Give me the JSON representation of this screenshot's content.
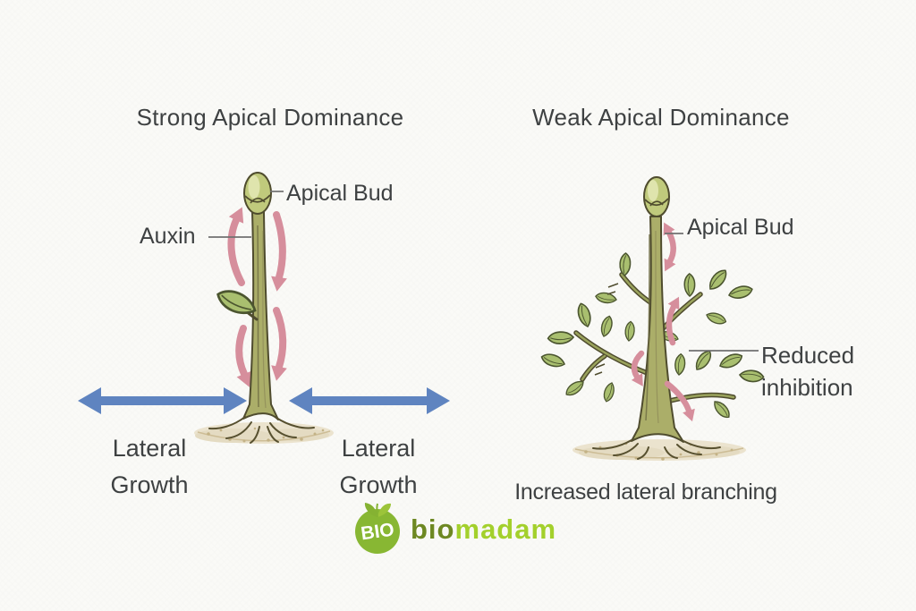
{
  "diagram": {
    "left_panel": {
      "title": "Strong Apical Dominance",
      "apical_bud_label": "Apical Bud",
      "auxin_label": "Auxin",
      "lateral_growth_left": [
        "Lateral",
        "Growth"
      ],
      "lateral_growth_right": [
        "Lateral",
        "Growth"
      ]
    },
    "right_panel": {
      "title": "Weak Apical Dominance",
      "apical_bud_label": "Apical Bud",
      "reduced_inhibition": [
        "Reduced",
        "inhibition"
      ],
      "caption": "Increased lateral branching"
    }
  },
  "logo": {
    "badge_text": "BIO",
    "brand_prefix": "bio",
    "brand_suffix": "madam"
  },
  "colors": {
    "background": "#fafaf7",
    "text": "#3e4142",
    "auxin_arrow_pink": "#d68e9c",
    "lateral_arrow_blue": "#5f84c0",
    "plant_stem_green": "#abae69",
    "leaf_green": "#a9bf6f",
    "bud_green": "#c0ca7c",
    "ground_tan": "#ebe3ce",
    "logo_circle_green": "#88b733",
    "logo_prefix_green": "#6d8822",
    "logo_suffix_green": "#a3d02c"
  }
}
